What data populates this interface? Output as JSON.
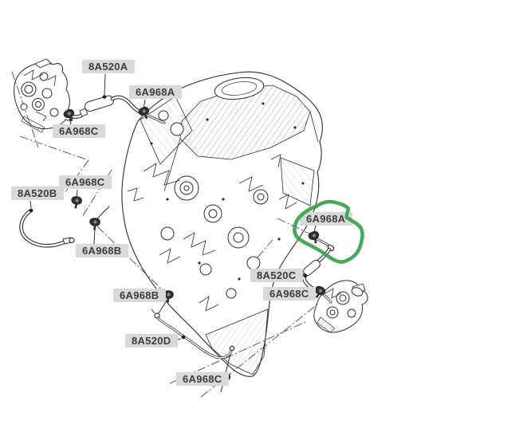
{
  "diagram": {
    "type": "engine-hose-parts-diagram",
    "background_color": "#ffffff",
    "line_color": "#2d2d2d",
    "label_background": "#d9d9d9",
    "label_text_color": "#3c3c3c",
    "highlight": {
      "color": "#3aa24c",
      "shape": "freehand-loop",
      "target_label": "6A968A"
    },
    "parts_shown": {
      "hoses": [
        "8A520A",
        "8A520B",
        "8A520C",
        "8A520D"
      ],
      "connectors": [
        "6A968A",
        "6A968B",
        "6A968C"
      ]
    },
    "callouts": [
      {
        "text": "8A520A"
      },
      {
        "text": "6A968A"
      },
      {
        "text": "6A968C"
      },
      {
        "text": "6A968C"
      },
      {
        "text": "8A520B"
      },
      {
        "text": "6A968B"
      },
      {
        "text": "6A968A"
      },
      {
        "text": "8A520C"
      },
      {
        "text": "6A968C"
      },
      {
        "text": "6A968B"
      },
      {
        "text": "8A520D"
      },
      {
        "text": "6A968C"
      }
    ]
  }
}
